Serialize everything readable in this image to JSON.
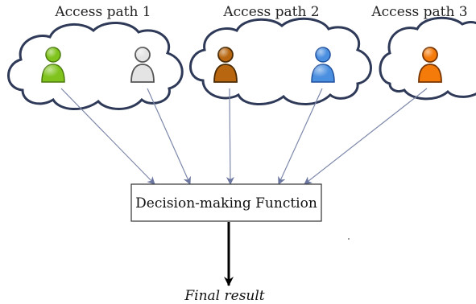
{
  "access_paths": [
    {
      "label": "Access path 1"
    },
    {
      "label": "Access path 2"
    },
    {
      "label": "Access path 3"
    }
  ],
  "users": [
    {
      "icon": "user-icon",
      "color": "#7fc31c",
      "path": "Access path 1"
    },
    {
      "icon": "user-icon",
      "color": "#e4e4e4",
      "path": "Access path 1"
    },
    {
      "icon": "user-icon",
      "color": "#b8660f",
      "path": "Access path 2"
    },
    {
      "icon": "user-icon",
      "color": "#4b8fe0",
      "path": "Access path 2"
    },
    {
      "icon": "user-icon",
      "color": "#f47a0a",
      "path": "Access path 3"
    }
  ],
  "decision_function": {
    "label": "Decision-making Function"
  },
  "result": {
    "label": "Final result"
  }
}
